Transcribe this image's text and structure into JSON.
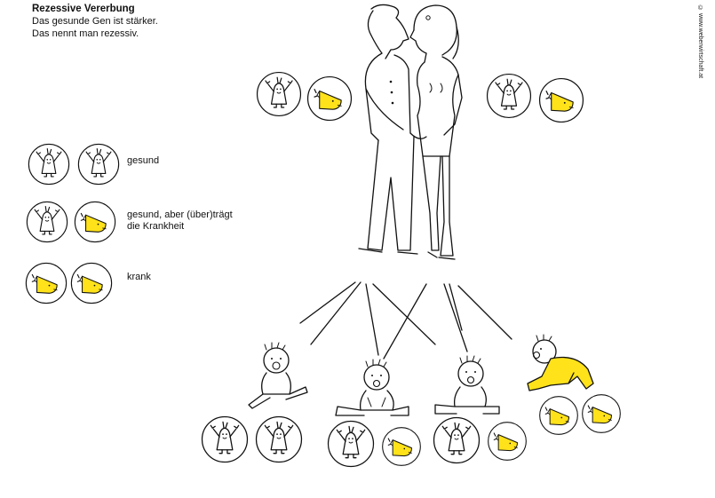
{
  "header": {
    "title": "Rezessive Vererbung",
    "line1": "Das gesunde Gen ist stärker.",
    "line2": "Das nennt man rezessiv."
  },
  "legend": {
    "healthy": "gesund",
    "carrier_line1": "gesund, aber (über)trägt",
    "carrier_line2": "die Krankheit",
    "sick": "krank"
  },
  "credit": "© www.weberwirtschaft.at",
  "colors": {
    "mutant_gene": "#ffe21a",
    "outline": "#111111",
    "affected_child": "#ffe21a"
  },
  "icons": {
    "healthy_gene": "figure-icon",
    "mutant_gene": "wedge-icon"
  }
}
